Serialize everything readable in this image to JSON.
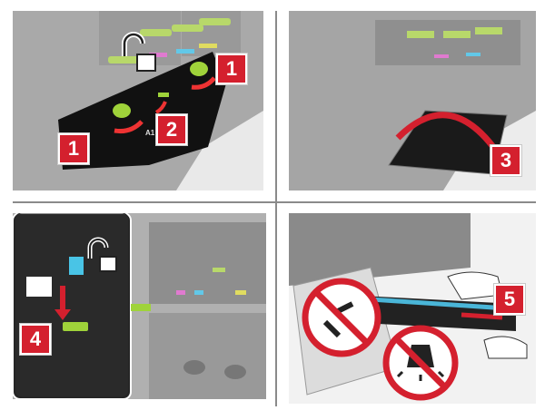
{
  "steps": {
    "p1_step_a": "1",
    "p1_step_b": "1",
    "p1_step_c": "2",
    "p2_step": "3",
    "p3_step": "4",
    "p4_step": "5"
  },
  "part_label": "A1",
  "colors": {
    "badge": "#d4202e",
    "highlight": "#9fd33a",
    "cyan": "#2fc4e6",
    "magenta": "#e03ca8",
    "yellow": "#e8e23a"
  }
}
